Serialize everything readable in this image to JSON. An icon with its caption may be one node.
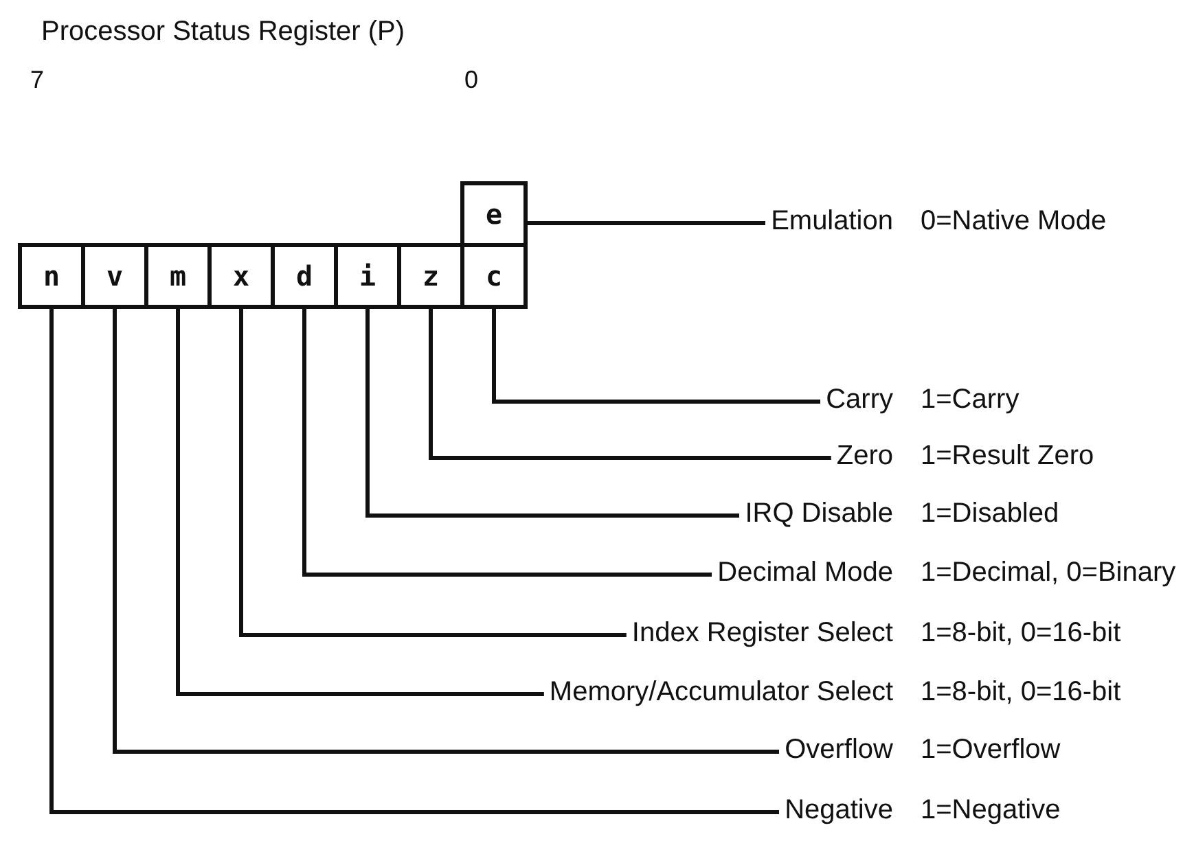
{
  "diagram": {
    "title": "Processor Status Register (P)",
    "nodes": [
      {
        "text": [
          "e"
        ]
      },
      {
        "text": [
          "n"
        ]
      },
      {
        "text": [
          "v"
        ]
      },
      {
        "text": [
          "m"
        ]
      },
      {
        "text": [
          "x"
        ]
      },
      {
        "text": [
          "d"
        ]
      },
      {
        "text": [
          "i"
        ]
      },
      {
        "text": [
          "z"
        ]
      },
      {
        "text": [
          "c"
        ]
      },
      {
        "text": [
          "Emulation"
        ],
        "beside": [
          "0=Native Mode"
        ]
      },
      {
        "text": [
          "Carry"
        ],
        "beside": [
          "1=Carry"
        ]
      },
      {
        "text": [
          "Zero"
        ],
        "beside": [
          "1=Result Zero"
        ]
      },
      {
        "text": [
          "IRQ Disable"
        ],
        "beside": [
          "1=Disabled"
        ]
      },
      {
        "text": [
          "Decimal Mode"
        ],
        "beside": [
          "1=Decimal, 0=Binary"
        ]
      },
      {
        "text": [
          "Index Register Select"
        ],
        "beside": [
          "1=8-bit, 0=16-bit"
        ]
      },
      {
        "text": [
          "Memory/Accumulator Select"
        ],
        "beside": [
          "1=8-bit, 0=16-bit"
        ]
      },
      {
        "text": [
          "Overflow"
        ],
        "beside": [
          "1=Overflow"
        ]
      },
      {
        "text": [
          "Negative"
        ],
        "beside": [
          "1=Negative"
        ]
      }
    ],
    "edges": [
      {
        "from": 0,
        "to": 9,
        "arrow": "none"
      },
      {
        "from": 8,
        "to": 10,
        "arrow": "none"
      },
      {
        "from": 7,
        "to": 11,
        "arrow": "none"
      },
      {
        "from": 6,
        "to": 12,
        "arrow": "none"
      },
      {
        "from": 5,
        "to": 13,
        "arrow": "none"
      },
      {
        "from": 4,
        "to": 14,
        "arrow": "none"
      },
      {
        "from": 3,
        "to": 15,
        "arrow": "none"
      },
      {
        "from": 2,
        "to": 16,
        "arrow": "none"
      },
      {
        "from": 1,
        "to": 17,
        "arrow": "none"
      }
    ],
    "labels": [
      "7",
      "0"
    ]
  }
}
